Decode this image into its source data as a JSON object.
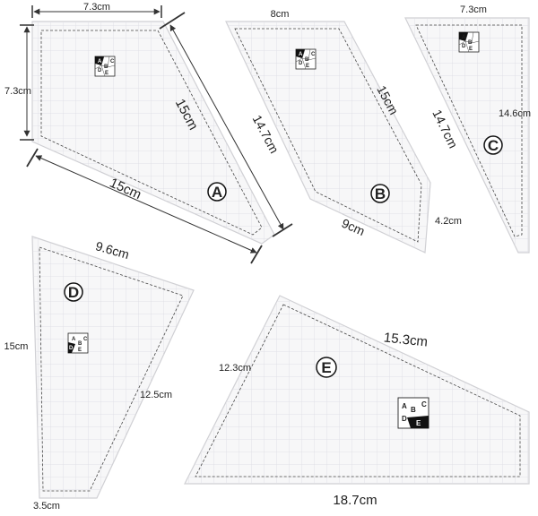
{
  "templates": [
    {
      "id": "A",
      "label": "A",
      "measurements": [
        "7.3cm",
        "7.3cm",
        "15cm",
        "15cm"
      ]
    },
    {
      "id": "B",
      "label": "B",
      "measurements": [
        "8cm",
        "15cm",
        "14.7cm",
        "9cm",
        "4.2cm"
      ]
    },
    {
      "id": "C",
      "label": "C",
      "measurements": [
        "7.3cm",
        "14.7cm",
        "14.6cm"
      ]
    },
    {
      "id": "D",
      "label": "D",
      "measurements": [
        "9.6cm",
        "15cm",
        "12.5cm",
        "3.5cm"
      ]
    },
    {
      "id": "E",
      "label": "E",
      "measurements": [
        "15.3cm",
        "12.3cm",
        "18.7cm"
      ]
    }
  ],
  "logo_letters": [
    "A",
    "B",
    "C",
    "D",
    "E"
  ],
  "colors": {
    "acrylic": "#f7f7f8",
    "acrylic_edge": "#d0d0d4",
    "grid": "#dcdce2",
    "dashed_seam": "#444444",
    "dimension_line": "#333333"
  }
}
